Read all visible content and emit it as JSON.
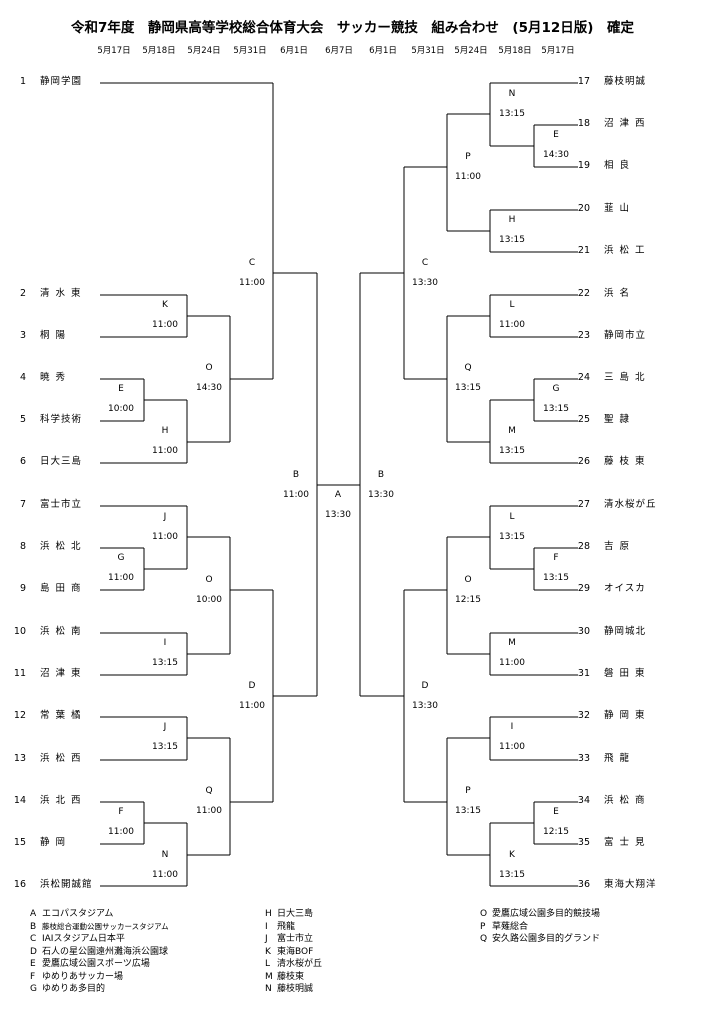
{
  "title": "令和7年度　静岡県高等学校総合体育大会　サッカー競技　組み合わせ　(5月12日版)　確定",
  "dates": [
    "5月17日",
    "5月18日",
    "5月24日",
    "5月31日",
    "6月1日",
    "6月7日",
    "6月1日",
    "5月31日",
    "5月24日",
    "5月18日",
    "5月17日"
  ],
  "left_teams": [
    {
      "num": "1",
      "name": "静岡学園"
    },
    {
      "num": "2",
      "name": "清水東"
    },
    {
      "num": "3",
      "name": "桐陽"
    },
    {
      "num": "4",
      "name": "暁秀"
    },
    {
      "num": "5",
      "name": "科学技術"
    },
    {
      "num": "6",
      "name": "日大三島"
    },
    {
      "num": "7",
      "name": "富士市立"
    },
    {
      "num": "8",
      "name": "浜松北"
    },
    {
      "num": "9",
      "name": "島田商"
    },
    {
      "num": "10",
      "name": "浜松南"
    },
    {
      "num": "11",
      "name": "沼津東"
    },
    {
      "num": "12",
      "name": "常葉橘"
    },
    {
      "num": "13",
      "name": "浜松西"
    },
    {
      "num": "14",
      "name": "浜北西"
    },
    {
      "num": "15",
      "name": "静岡"
    },
    {
      "num": "16",
      "name": "浜松開誠館"
    }
  ],
  "right_teams": [
    {
      "num": "17",
      "name": "藤枝明誠"
    },
    {
      "num": "18",
      "name": "沼津西"
    },
    {
      "num": "19",
      "name": "相良"
    },
    {
      "num": "20",
      "name": "韮山"
    },
    {
      "num": "21",
      "name": "浜松工"
    },
    {
      "num": "22",
      "name": "浜名"
    },
    {
      "num": "23",
      "name": "静岡市立"
    },
    {
      "num": "24",
      "name": "三島北"
    },
    {
      "num": "25",
      "name": "聖隷"
    },
    {
      "num": "26",
      "name": "藤枝東"
    },
    {
      "num": "27",
      "name": "清水桜が丘"
    },
    {
      "num": "28",
      "name": "吉原"
    },
    {
      "num": "29",
      "name": "オイスカ"
    },
    {
      "num": "30",
      "name": "静岡城北"
    },
    {
      "num": "31",
      "name": "磐田東"
    },
    {
      "num": "32",
      "name": "静岡東"
    },
    {
      "num": "33",
      "name": "飛龍"
    },
    {
      "num": "34",
      "name": "浜松商"
    },
    {
      "num": "35",
      "name": "富士見"
    },
    {
      "num": "36",
      "name": "東海大翔洋"
    }
  ],
  "matches": {
    "L_K": {
      "venue": "K",
      "time": "11:00"
    },
    "L_E": {
      "venue": "E",
      "time": "10:00"
    },
    "L_H": {
      "venue": "H",
      "time": "11:00"
    },
    "L_O1": {
      "venue": "O",
      "time": "14:30"
    },
    "L_C": {
      "venue": "C",
      "time": "11:00"
    },
    "L_G": {
      "venue": "G",
      "time": "11:00"
    },
    "L_J1": {
      "venue": "J",
      "time": "11:00"
    },
    "L_O2": {
      "venue": "O",
      "time": "10:00"
    },
    "L_I": {
      "venue": "I",
      "time": "13:15"
    },
    "L_J2": {
      "venue": "J",
      "time": "13:15"
    },
    "L_F": {
      "venue": "F",
      "time": "11:00"
    },
    "L_N": {
      "venue": "N",
      "time": "11:00"
    },
    "L_Q": {
      "venue": "Q",
      "time": "11:00"
    },
    "L_D": {
      "venue": "D",
      "time": "11:00"
    },
    "L_B": {
      "venue": "B",
      "time": "11:00"
    },
    "FINAL": {
      "venue": "A",
      "time": "13:30"
    },
    "R_N": {
      "venue": "N",
      "time": "13:15"
    },
    "R_E1": {
      "venue": "E",
      "time": "14:30"
    },
    "R_P1": {
      "venue": "P",
      "time": "11:00"
    },
    "R_H": {
      "venue": "H",
      "time": "13:15"
    },
    "R_C": {
      "venue": "C",
      "time": "13:30"
    },
    "R_L1": {
      "venue": "L",
      "time": "11:00"
    },
    "R_G": {
      "venue": "G",
      "time": "13:15"
    },
    "R_M1": {
      "venue": "M",
      "time": "13:15"
    },
    "R_Q": {
      "venue": "Q",
      "time": "13:15"
    },
    "R_B": {
      "venue": "B",
      "time": "13:30"
    },
    "R_L2": {
      "venue": "L",
      "time": "13:15"
    },
    "R_F": {
      "venue": "F",
      "time": "13:15"
    },
    "R_O": {
      "venue": "O",
      "time": "12:15"
    },
    "R_M2": {
      "venue": "M",
      "time": "11:00"
    },
    "R_D": {
      "venue": "D",
      "time": "13:30"
    },
    "R_I": {
      "venue": "I",
      "time": "11:00"
    },
    "R_E2": {
      "venue": "E",
      "time": "12:15"
    },
    "R_K": {
      "venue": "K",
      "time": "13:15"
    },
    "R_P2": {
      "venue": "P",
      "time": "13:15"
    }
  },
  "legend": {
    "col1": [
      {
        "k": "A",
        "v": "エコパスタジアム"
      },
      {
        "k": "B",
        "v": "藤枝総合運動公園サッカースタジアム"
      },
      {
        "k": "C",
        "v": "IAIスタジアム日本平"
      },
      {
        "k": "D",
        "v": "石人の星公園遠州灘海浜公園球"
      },
      {
        "k": "E",
        "v": "愛鷹広域公園スポーツ広場"
      },
      {
        "k": "F",
        "v": "ゆめりあサッカー場"
      },
      {
        "k": "G",
        "v": "ゆめりあ多目的"
      }
    ],
    "col2": [
      {
        "k": "H",
        "v": "日大三島"
      },
      {
        "k": "I",
        "v": "飛龍"
      },
      {
        "k": "J",
        "v": "富士市立"
      },
      {
        "k": "K",
        "v": "東海BOF"
      },
      {
        "k": "L",
        "v": "清水桜が丘"
      },
      {
        "k": "M",
        "v": "藤枝東"
      },
      {
        "k": "N",
        "v": "藤枝明誠"
      }
    ],
    "col3": [
      {
        "k": "O",
        "v": "愛鷹広域公園多目的競技場"
      },
      {
        "k": "P",
        "v": "草薙総合"
      },
      {
        "k": "Q",
        "v": "安久路公園多目的グランド"
      }
    ]
  }
}
